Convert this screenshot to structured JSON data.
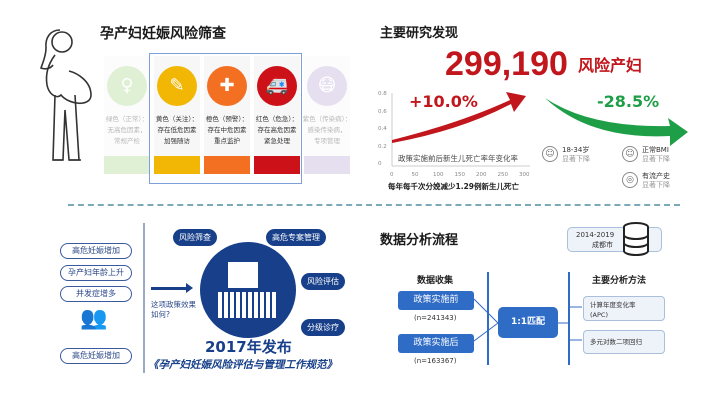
{
  "screening": {
    "title": "孕产妇妊娠风险筛查",
    "cards": [
      {
        "line1": "绿色（正常）：",
        "line2": "无高危因素，",
        "line3": "常规产检",
        "color": "#a6d68a"
      },
      {
        "line1": "黄色（关注）：",
        "line2": "存在低危因素",
        "line3": "加强随访",
        "color": "#f2b705"
      },
      {
        "line1": "橙色（预警）：",
        "line2": "存在中危因素",
        "line3": "重点监护",
        "color": "#f36f21"
      },
      {
        "line1": "红色（危急）：",
        "line2": "存在高危因素",
        "line3": "紧急处理",
        "color": "#cc1118"
      },
      {
        "line1": "紫色（传染病）：",
        "line2": "感染传染病，",
        "line3": "专项管理",
        "color": "#b9a6d6"
      }
    ]
  },
  "findings": {
    "title": "主要研究发现",
    "big_number": "299,190",
    "big_label": "风险产妇",
    "increase": "+10.0%",
    "decrease": "-28.5%",
    "chart_caption": "政策实施前后新生儿死亡率年变化率",
    "y_ticks": [
      "0.8",
      "0.6",
      "0.4",
      "0.2",
      "0"
    ],
    "x_ticks": [
      "0",
      "50",
      "100",
      "150",
      "200",
      "250",
      "300"
    ],
    "summary": "每年每千次分娩减少1.29例新生儿死亡",
    "groups": [
      {
        "label": "18-34岁",
        "sub": "显著下降"
      },
      {
        "label": "正常BMI",
        "sub": "显著下降"
      },
      {
        "label": "有流产史",
        "sub": "显著下降"
      }
    ],
    "red": "#c0161c",
    "green": "#1f9e48"
  },
  "background": {
    "pills": [
      "高危妊娠增加",
      "孕产妇年龄上升",
      "并发症增多",
      "高危妊娠增加"
    ],
    "question": "这项政策效果如何?",
    "tags": [
      "风险筛查",
      "高危专案管理",
      "风险评估",
      "分级诊疗"
    ],
    "year": "2017年发布",
    "policy": "《孕产妇妊娠风险评估与管理工作规范》"
  },
  "flow": {
    "title": "数据分析流程",
    "db_years": "2014-2019",
    "db_city": "成都市",
    "collect_title": "数据收集",
    "before": "政策实施前",
    "before_n": "(n=241343)",
    "after": "政策实施后",
    "after_n": "(n=163367)",
    "match": "1:1匹配",
    "methods_title": "主要分析方法",
    "method1a": "计算年度变化率",
    "method1b": "(APC)",
    "method2": "多元对数二项回归"
  }
}
